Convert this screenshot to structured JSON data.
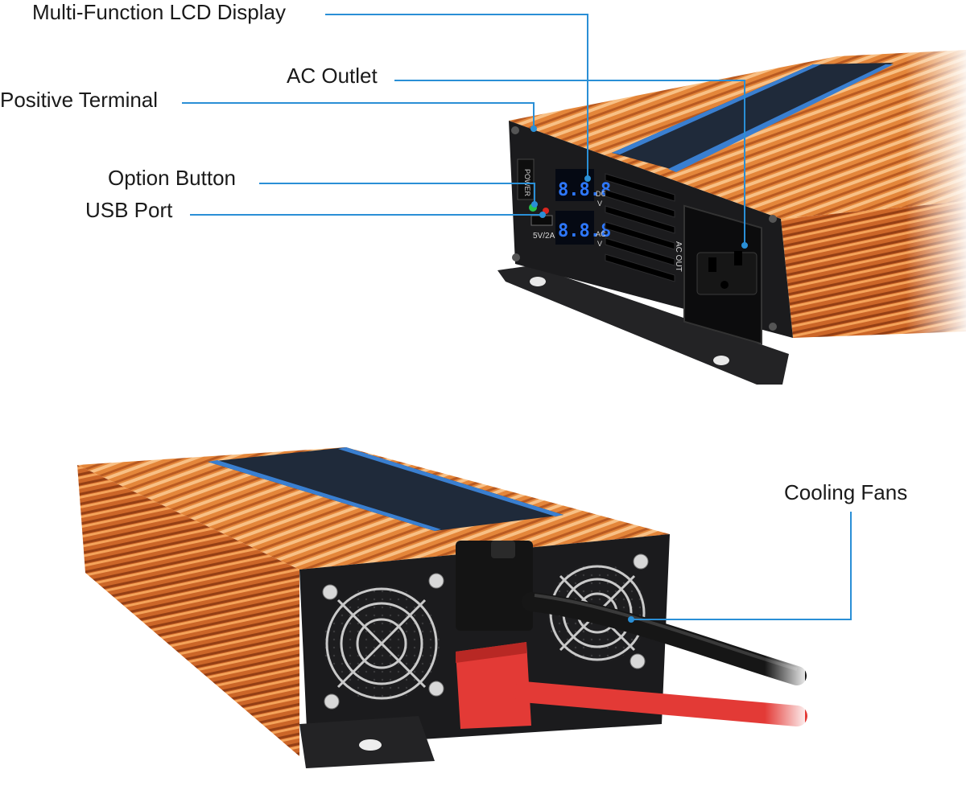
{
  "colors": {
    "leader": "#2a8fd6",
    "housing_orange": "#e07a2e",
    "housing_dark": "#a8461a",
    "panel_black": "#1b1b1d",
    "display_blue": "#2e78ff",
    "label_strip": "#3a7fd0",
    "terminal_red": "#e33a36",
    "cable_black": "#161616"
  },
  "callouts": {
    "lcd_display": "Multi-Function LCD Display",
    "ac_outlet": "AC Outlet",
    "positive_terminal": "Positive Terminal",
    "option_button": "Option Button",
    "usb_port": "USB Port",
    "cooling_fans": "Cooling Fans"
  },
  "device_text": {
    "power_switch": "POWER",
    "dc_unit": "DC",
    "ac_unit": "AC",
    "volt_unit": "V",
    "display_digits": "8.8.8",
    "usb_rating": "5V/2A",
    "ac_out": "AC OUT"
  },
  "icons": {
    "fan": "fan-grille-icon",
    "screw": "screw-icon",
    "outlet": "universal-socket-icon"
  }
}
